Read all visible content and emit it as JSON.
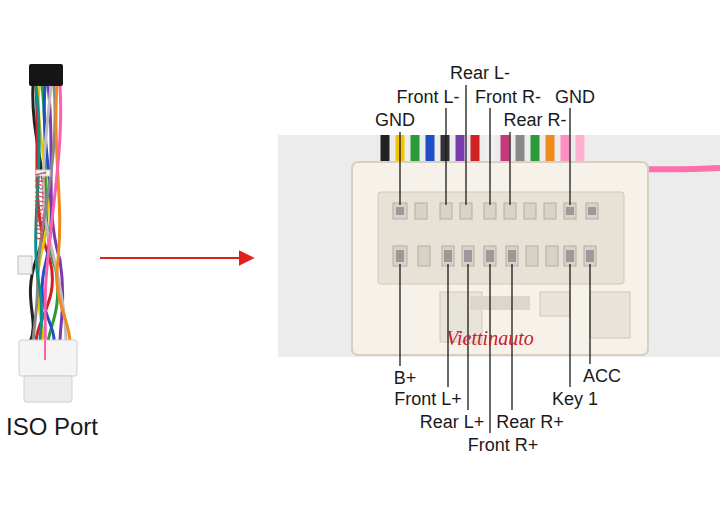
{
  "diagram": {
    "nodes": [
      {
        "text": [
          "ISO Port"
        ]
      },
      {
        "text": [
          "Viettinauto"
        ]
      }
    ],
    "edges": [
      {
        "from": 0,
        "to": 1,
        "arrow": "to"
      }
    ],
    "labels": [
      "Rear L-",
      "Front L-",
      "Front R-",
      "GND",
      "GND",
      "Rear R-",
      "B+",
      "ACC",
      "Front L+",
      "Key 1",
      "Rear L+",
      "Rear R+",
      "Front R+",
      "Viettinauto"
    ]
  }
}
